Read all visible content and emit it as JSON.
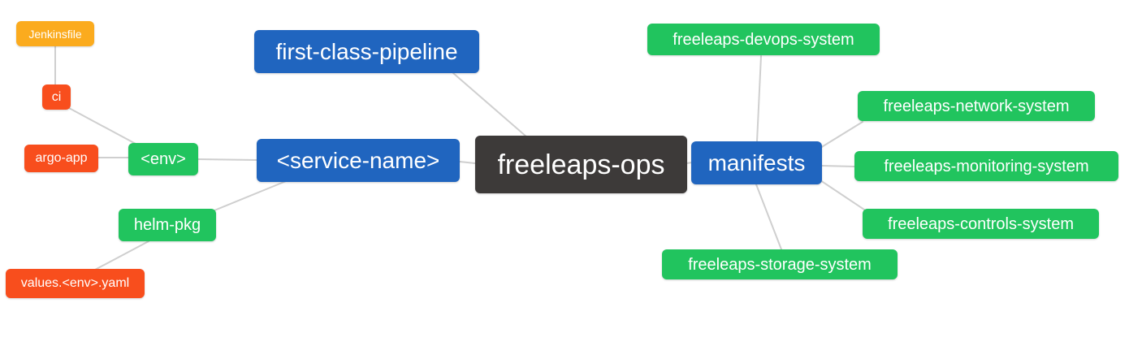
{
  "diagram": {
    "type": "mindmap",
    "title": "freeleaps-ops repository mind map",
    "root_id": "freeleaps_ops",
    "nodes": {
      "jenkinsfile": {
        "label": "Jenkinsfile",
        "color": "#fbab1e",
        "level": "leaf"
      },
      "ci": {
        "label": "ci",
        "color": "#f84e1d",
        "level": "leaf"
      },
      "argo_app": {
        "label": "argo-app",
        "color": "#f84e1d",
        "level": "leaf"
      },
      "env": {
        "label": "<env>",
        "color": "#21c45e",
        "level": "sub-branch"
      },
      "helm_pkg": {
        "label": "helm-pkg",
        "color": "#21c45e",
        "level": "sub-branch"
      },
      "values_env_yaml": {
        "label": "values.<env>.yaml",
        "color": "#f84e1d",
        "level": "leaf"
      },
      "first_class_pipeline": {
        "label": "first-class-pipeline",
        "color": "#2065bf",
        "level": "branch"
      },
      "service_name": {
        "label": "<service-name>",
        "color": "#2065bf",
        "level": "branch"
      },
      "freeleaps_ops": {
        "label": "freeleaps-ops",
        "color": "#3d3a39",
        "level": "root"
      },
      "manifests": {
        "label": "manifests",
        "color": "#2065bf",
        "level": "branch"
      },
      "devops_system": {
        "label": "freeleaps-devops-system",
        "color": "#21c45e",
        "level": "sub-branch"
      },
      "network_system": {
        "label": "freeleaps-network-system",
        "color": "#21c45e",
        "level": "sub-branch"
      },
      "monitoring_system": {
        "label": "freeleaps-monitoring-system",
        "color": "#21c45e",
        "level": "sub-branch"
      },
      "controls_system": {
        "label": "freeleaps-controls-system",
        "color": "#21c45e",
        "level": "sub-branch"
      },
      "storage_system": {
        "label": "freeleaps-storage-system",
        "color": "#21c45e",
        "level": "sub-branch"
      }
    },
    "edges": [
      {
        "from": "ci",
        "to": "jenkinsfile"
      },
      {
        "from": "env",
        "to": "ci"
      },
      {
        "from": "env",
        "to": "argo_app"
      },
      {
        "from": "service_name",
        "to": "env"
      },
      {
        "from": "service_name",
        "to": "helm_pkg"
      },
      {
        "from": "helm_pkg",
        "to": "values_env_yaml"
      },
      {
        "from": "freeleaps_ops",
        "to": "service_name"
      },
      {
        "from": "freeleaps_ops",
        "to": "first_class_pipeline"
      },
      {
        "from": "freeleaps_ops",
        "to": "manifests"
      },
      {
        "from": "manifests",
        "to": "devops_system"
      },
      {
        "from": "manifests",
        "to": "network_system"
      },
      {
        "from": "manifests",
        "to": "monitoring_system"
      },
      {
        "from": "manifests",
        "to": "controls_system"
      },
      {
        "from": "manifests",
        "to": "storage_system"
      }
    ],
    "colors": {
      "root_fill": "#3d3a39",
      "branch_fill": "#2065bf",
      "green_fill": "#21c45e",
      "red_fill": "#f84e1d",
      "orange_fill": "#fbab1e",
      "edge_stroke": "#cfcfcf",
      "text": "#ffffff",
      "background": "#ffffff"
    }
  }
}
